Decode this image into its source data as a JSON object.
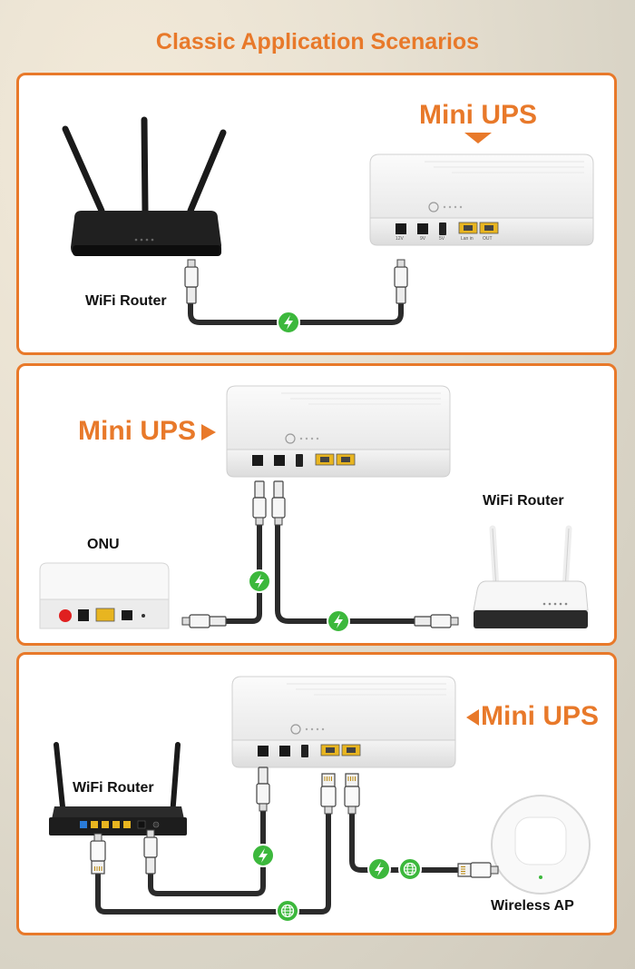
{
  "title": "Classic Application Scenarios",
  "scenario1": {
    "ups_label": "Mini UPS",
    "router_label": "WiFi Router"
  },
  "scenario2": {
    "ups_label": "Mini UPS",
    "onu_label": "ONU",
    "router_label": "WiFi Router"
  },
  "scenario3": {
    "ups_label": "Mini UPS",
    "router_label": "WiFi Router",
    "ap_label": "Wireless AP"
  },
  "ups_ports": {
    "p12": "12V",
    "p9": "9V",
    "p5": "5V",
    "lan": "Lan in",
    "out": "OUT"
  },
  "colors": {
    "accent": "#e8792a",
    "power_badge": "#3cb83c",
    "cable": "#2b2b2b"
  }
}
